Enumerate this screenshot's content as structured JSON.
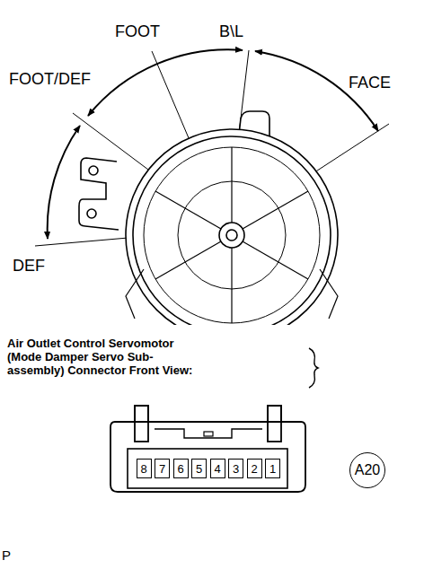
{
  "diagram": {
    "nodes": [
      {
        "text": [
          "8"
        ]
      },
      {
        "text": [
          "7"
        ]
      },
      {
        "text": [
          "6"
        ]
      },
      {
        "text": [
          "5"
        ]
      },
      {
        "text": [
          "4"
        ]
      },
      {
        "text": [
          "3"
        ]
      },
      {
        "text": [
          "2"
        ]
      },
      {
        "text": [
          "1"
        ]
      },
      {
        "text": [
          "A20"
        ]
      }
    ],
    "labels": [
      "FOOT/DEF",
      "FOOT",
      "B\\L",
      "FACE",
      "DEF",
      "Air Outlet Control Servomotor (Mode Damper Servo Sub-assembly) Connector Front View:",
      "P"
    ]
  }
}
